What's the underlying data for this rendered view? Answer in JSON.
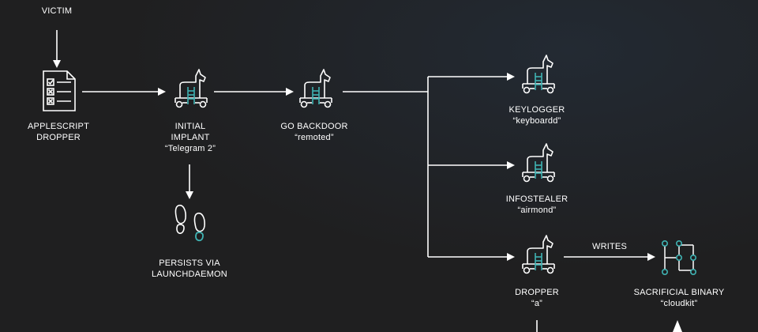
{
  "colors": {
    "background": "#1f1f20",
    "line": "#ffffff",
    "accent": "#3fb3b3"
  },
  "nodes": {
    "victim": {
      "label": "VICTIM",
      "icon": "none"
    },
    "applescript": {
      "lines": [
        "APPLESCRIPT",
        "DROPPER"
      ],
      "icon": "checklist-document-icon"
    },
    "initial_implant": {
      "lines": [
        "INITIAL",
        "IMPLANT",
        "“Telegram 2”"
      ],
      "icon": "trojan-horse-icon"
    },
    "go_backdoor": {
      "lines": [
        "GO BACKDOOR",
        "“remoted”"
      ],
      "icon": "trojan-horse-icon"
    },
    "persists": {
      "lines": [
        "PERSISTS VIA",
        "LAUNCHDAEMON"
      ],
      "icon": "footprints-icon"
    },
    "keylogger": {
      "lines": [
        "KEYLOGGER",
        "“keyboardd”"
      ],
      "icon": "trojan-horse-icon"
    },
    "infostealer": {
      "lines": [
        "INFOSTEALER",
        "“airmond”"
      ],
      "icon": "trojan-horse-icon"
    },
    "dropper": {
      "lines": [
        "DROPPER",
        "“a”"
      ],
      "icon": "trojan-horse-icon"
    },
    "sacrificial": {
      "lines": [
        "SACRIFICIAL BINARY",
        "“cloudkit”"
      ],
      "icon": "circuit-binary-icon"
    }
  },
  "edges": {
    "writes_label": "WRITES"
  }
}
